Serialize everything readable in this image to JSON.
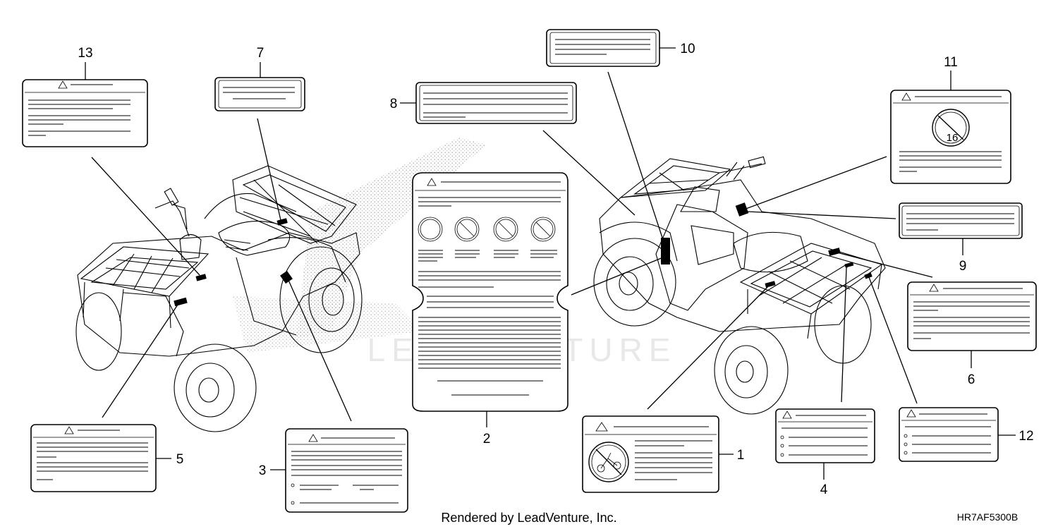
{
  "callouts": [
    "1",
    "2",
    "3",
    "4",
    "5",
    "6",
    "7",
    "8",
    "9",
    "10",
    "11",
    "12",
    "13"
  ],
  "footer": {
    "rendered_by": "Rendered by LeadVenture, Inc.",
    "part_code": "HR7AF5300B",
    "watermark": "LEADVENTURE"
  },
  "label_11_icon_text": "16"
}
